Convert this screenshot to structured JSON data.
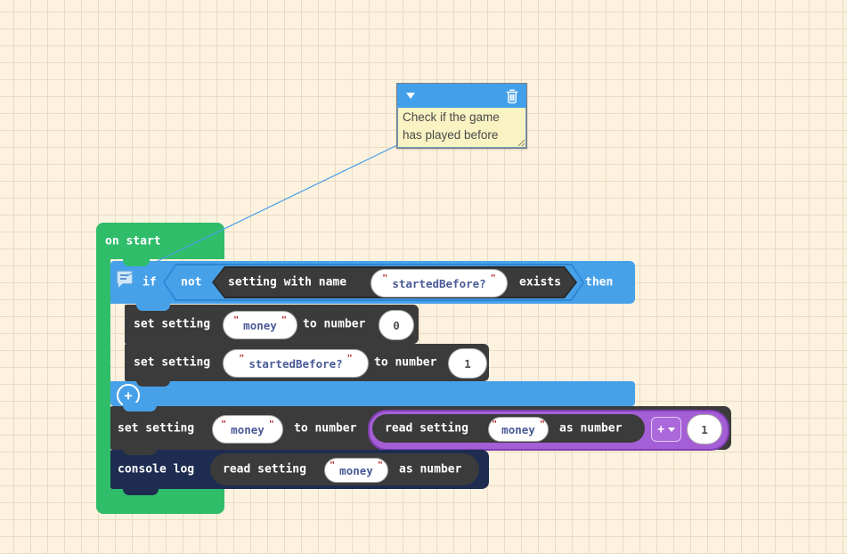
{
  "colors": {
    "workspace_bg": "#fcf2df",
    "grid_line": "#e9dcc1",
    "logic_blue": "#47a1e9",
    "loops_green": "#2fbd6a",
    "dark_block": "#3b3b3b",
    "console_navy": "#1d2c50",
    "math_purple": "#a55fd6",
    "comment_header_blue": "#42a0ea",
    "comment_yellow": "#f9f2c2",
    "string_text": "#4a5a96",
    "quote_red": "#b42020"
  },
  "comment": {
    "text": "Check if the game has played before"
  },
  "on_start": {
    "label": "on start"
  },
  "if_block": {
    "kw_if": "if",
    "kw_not": "not",
    "cond_prefix": "setting with name",
    "cond_value": "startedBefore?",
    "cond_suffix": "exists",
    "kw_then": "then"
  },
  "set_money_zero": {
    "kw_set": "set setting",
    "name": "money",
    "kw_to": "to number",
    "value": "0"
  },
  "set_started_before": {
    "kw_set": "set setting",
    "name": "startedBefore?",
    "kw_to": "to number",
    "value": "1"
  },
  "increment_money": {
    "kw_set": "set setting",
    "name": "money",
    "kw_to": "to number",
    "read": {
      "kw_read": "read setting",
      "name": "money",
      "kw_as": "as number"
    },
    "operator": "+",
    "value": "1"
  },
  "console_log": {
    "kw": "console log",
    "read": {
      "kw_read": "read setting",
      "name": "money",
      "kw_as": "as number"
    }
  },
  "ui": {
    "quote": "\"",
    "plus_label": "+"
  }
}
